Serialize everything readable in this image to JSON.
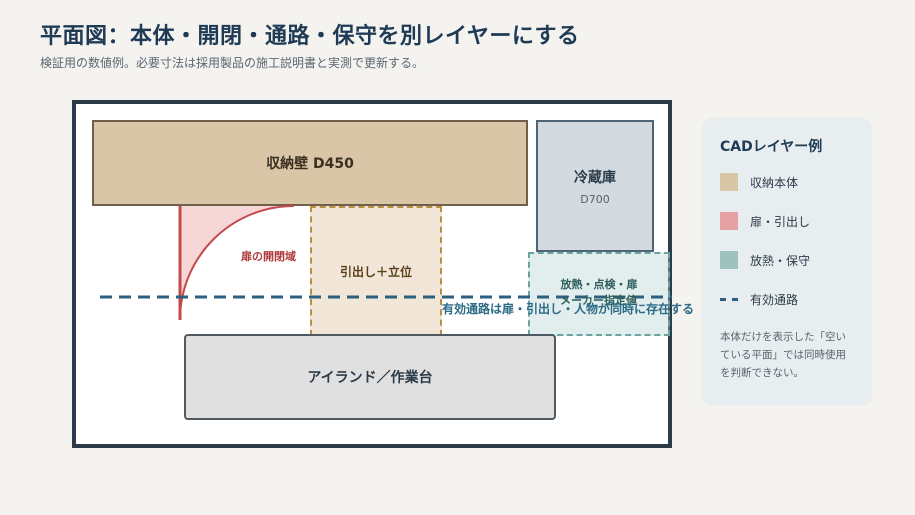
{
  "header": {
    "title": "平面図：本体・開閉・通路・保守を別レイヤーにする",
    "subtitle": "検証用の数値例。必要寸法は採用製品の施工説明書と実測で更新する。"
  },
  "plan": {
    "storage_wall": "収納壁 D450",
    "fridge": {
      "label": "冷蔵庫",
      "depth": "D700"
    },
    "door_swing": "扉の開閉域",
    "drawer_zone": "引出し＋立位",
    "service_zone": "放熱・点検・扉",
    "service_zone_overlap": "メーカー指定値",
    "aisle": "有効通路は扉・引出し・人物が同時に存在する",
    "island": "アイランド／作業台"
  },
  "legend": {
    "title": "CADレイヤー例",
    "items": [
      {
        "label": "収納本体",
        "color": "#d9c6a6"
      },
      {
        "label": "扉・引出し",
        "color": "#e6a1a5"
      },
      {
        "label": "放熱・保守",
        "color": "#9fc2bf"
      },
      {
        "label": "有効通路",
        "color": "#2c5f80"
      }
    ],
    "note": "本体だけを表示した「空いている平面」では同時使用を判断できない。"
  },
  "colors": {
    "frame": "#2b3b48",
    "door": "#c4494b",
    "door_fill": "#f6d6d6",
    "aisle": "#2c5f80"
  }
}
